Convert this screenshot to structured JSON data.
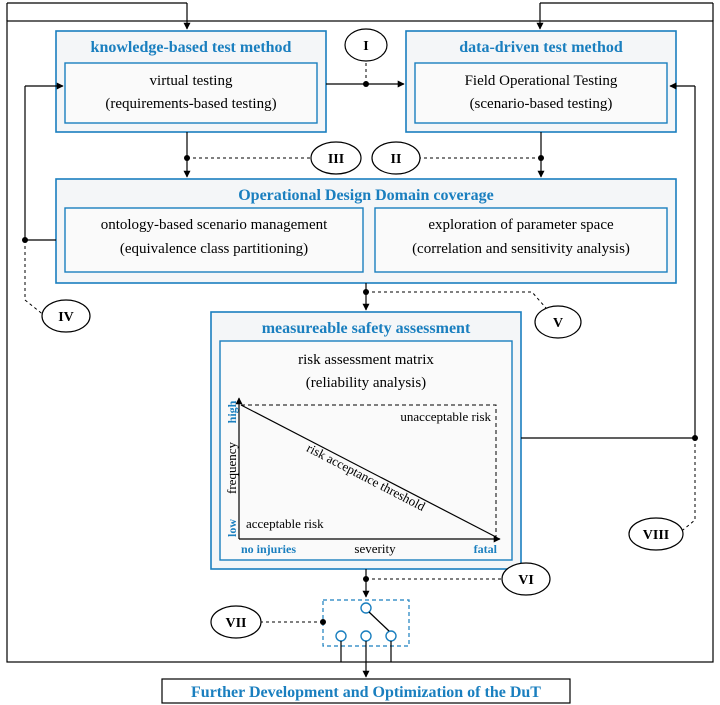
{
  "colors": {
    "blue": "#1a7fbf",
    "box_fill": "#f4f6f8",
    "inner_fill": "#fafafa",
    "line": "#000000"
  },
  "knowledge_box": {
    "title": "knowledge-based test method",
    "line1": "virtual testing",
    "line2": "(requirements-based testing)"
  },
  "data_box": {
    "title": "data-driven test method",
    "line1": "Field Operational Testing",
    "line2": "(scenario-based testing)"
  },
  "odd_box": {
    "title": "Operational Design Domain coverage",
    "left_line1": "ontology-based scenario management",
    "left_line2": "(equivalence class partitioning)",
    "right_line1": "exploration of parameter space",
    "right_line2": "(correlation and sensitivity analysis)"
  },
  "safety_box": {
    "title": "measureable safety assessment",
    "line1": "risk assessment matrix",
    "line2": "(reliability analysis)"
  },
  "matrix": {
    "y_high": "high",
    "y_low": "low",
    "y_label": "frequency",
    "x_left": "no injuries",
    "x_label": "severity",
    "x_right": "fatal",
    "unacceptable": "unacceptable risk",
    "acceptable": "acceptable risk",
    "threshold": "risk acceptance threshold"
  },
  "final_box": {
    "label": "Further Development and Optimization of the DuT"
  },
  "markers": [
    "I",
    "II",
    "III",
    "IV",
    "V",
    "VI",
    "VII",
    "VIII"
  ]
}
